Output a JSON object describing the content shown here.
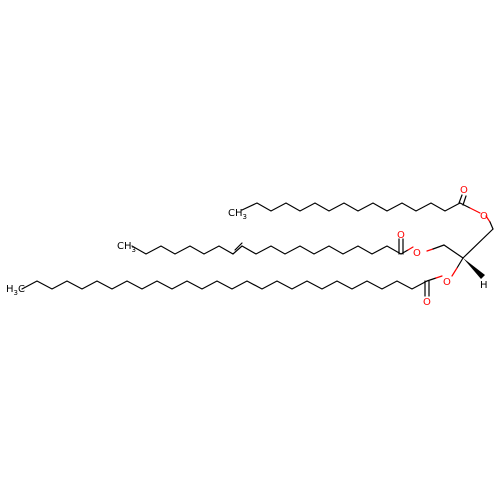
{
  "molecule": {
    "atoms": [
      {
        "id": "ch3_top",
        "label": "CH",
        "sub": "3",
        "color": "#000000"
      },
      {
        "id": "ch3_mid",
        "label": "CH",
        "sub": "3",
        "color": "#000000"
      },
      {
        "id": "ch3_bot",
        "label": "H",
        "sub": "3",
        "label2": "C",
        "color": "#000000"
      },
      {
        "id": "o_ester1",
        "label": "O",
        "color": "#ff0000"
      },
      {
        "id": "o_carb1",
        "label": "O",
        "color": "#ff0000"
      },
      {
        "id": "o_ester2",
        "label": "O",
        "color": "#ff0000"
      },
      {
        "id": "o_carb2",
        "label": "O",
        "color": "#ff0000"
      },
      {
        "id": "o_ester3",
        "label": "O",
        "color": "#ff0000"
      },
      {
        "id": "o_carb3",
        "label": "O",
        "color": "#ff0000"
      },
      {
        "id": "h_stereo",
        "label": "H",
        "color": "#000000"
      }
    ],
    "colors": {
      "carbon": "#000000",
      "oxygen": "#ff0000"
    }
  }
}
